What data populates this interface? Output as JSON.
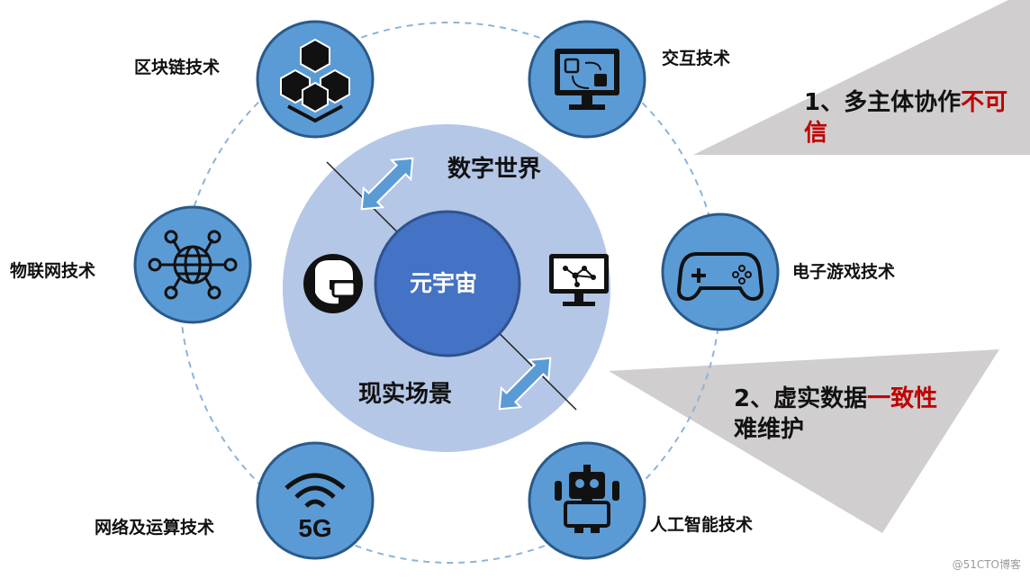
{
  "center": {
    "core_label": "元宇宙",
    "upper_label": "数字世界",
    "lower_label": "现实场景"
  },
  "technologies": [
    {
      "label": "区块链技术",
      "icon": "blockchain-cubes-icon"
    },
    {
      "label": "交互技术",
      "icon": "interaction-monitor-icon"
    },
    {
      "label": "物联网技术",
      "icon": "iot-globe-network-icon"
    },
    {
      "label": "电子游戏技术",
      "icon": "gamepad-icon"
    },
    {
      "label": "网络及运算技术",
      "icon": "5g-wifi-icon"
    },
    {
      "label": "人工智能技术",
      "icon": "robot-icon"
    }
  ],
  "center_icons": [
    "vr-headset-icon",
    "network-monitor-icon"
  ],
  "notes": [
    {
      "parts": [
        {
          "text": "1、多主体协作",
          "hl": false
        },
        {
          "text": "不可信",
          "hl": true
        }
      ]
    },
    {
      "parts": [
        {
          "text": "2、虚实数据",
          "hl": false
        },
        {
          "text": "一致性",
          "hl": true
        },
        {
          "text": "难维护",
          "hl": false
        }
      ]
    }
  ],
  "icon_5g_text": "5G",
  "watermark": "@51CTO博客",
  "colors": {
    "node_fill": "#5b9bd5",
    "outer_disc": "#b4c7e7",
    "core_fill": "#4472c4",
    "arrow": "#5b9bd5",
    "callout_gray": "#d0cece",
    "highlight_red": "#c00000"
  }
}
